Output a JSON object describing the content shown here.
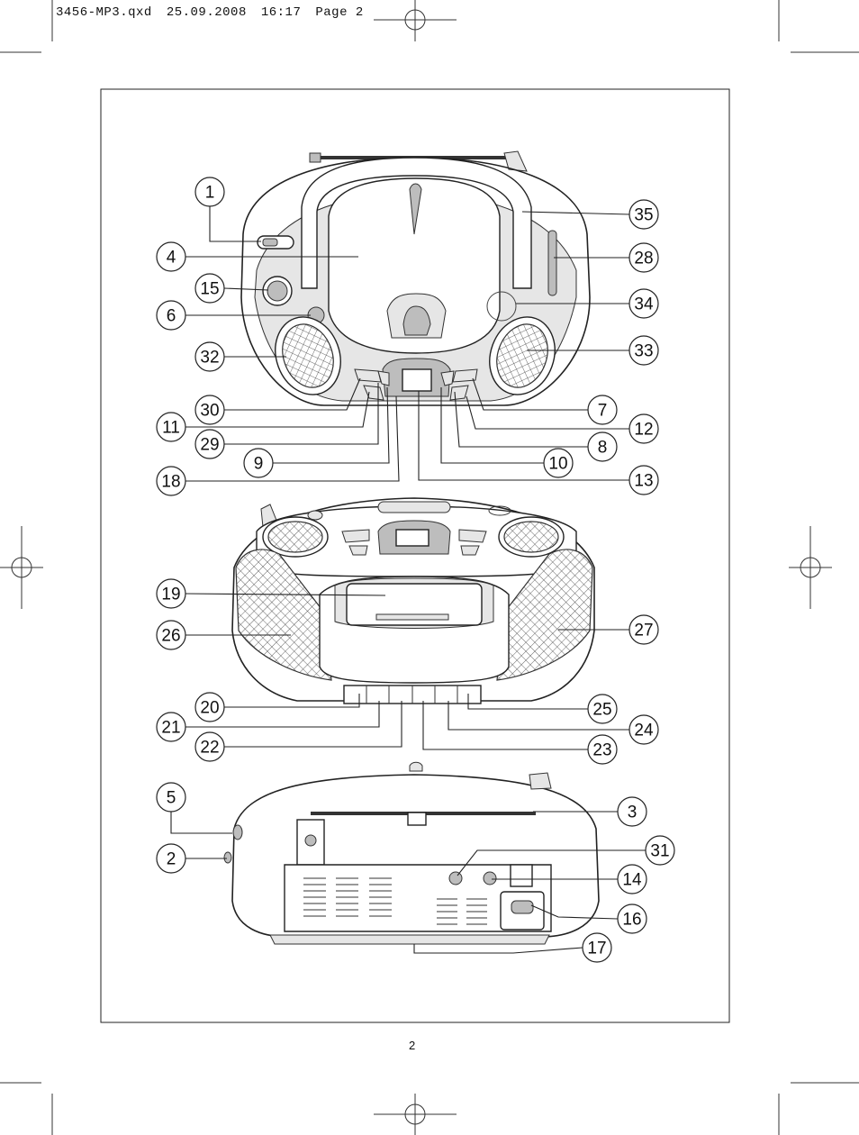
{
  "header": {
    "filename": "3456-MP3.qxd",
    "date": "25.09.2008",
    "time": "16:17",
    "page": "Page 2"
  },
  "page_number": "2",
  "callouts": [
    {
      "label": "1"
    },
    {
      "label": "4"
    },
    {
      "label": "15"
    },
    {
      "label": "6"
    },
    {
      "label": "32"
    },
    {
      "label": "30"
    },
    {
      "label": "11"
    },
    {
      "label": "29"
    },
    {
      "label": "9"
    },
    {
      "label": "18"
    },
    {
      "label": "35"
    },
    {
      "label": "28"
    },
    {
      "label": "34"
    },
    {
      "label": "33"
    },
    {
      "label": "7"
    },
    {
      "label": "12"
    },
    {
      "label": "8"
    },
    {
      "label": "10"
    },
    {
      "label": "13"
    },
    {
      "label": "19"
    },
    {
      "label": "26"
    },
    {
      "label": "27"
    },
    {
      "label": "20"
    },
    {
      "label": "21"
    },
    {
      "label": "22"
    },
    {
      "label": "25"
    },
    {
      "label": "24"
    },
    {
      "label": "23"
    },
    {
      "label": "5"
    },
    {
      "label": "2"
    },
    {
      "label": "3"
    },
    {
      "label": "31"
    },
    {
      "label": "14"
    },
    {
      "label": "16"
    },
    {
      "label": "17"
    }
  ]
}
